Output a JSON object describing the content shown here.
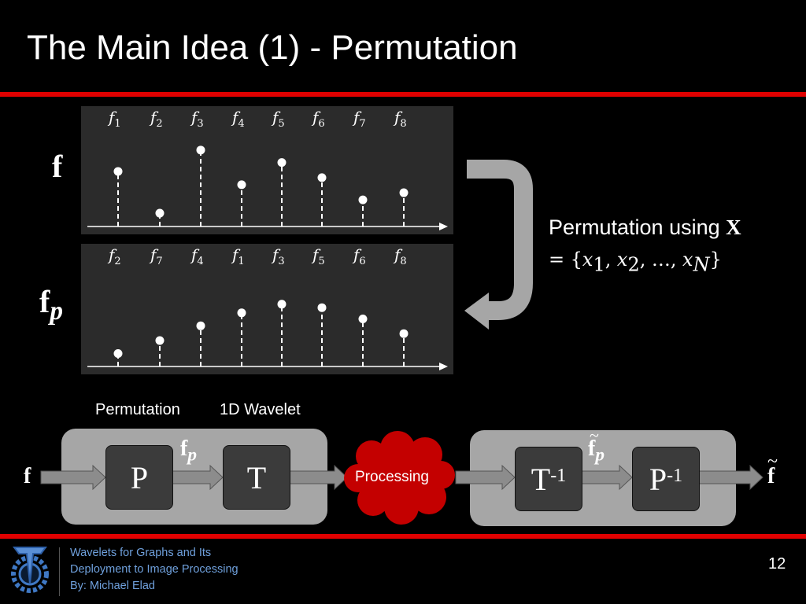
{
  "title": "The Main Idea (1) - Permutation",
  "colors": {
    "accent_red": "#e00000",
    "cloud_red": "#c40000",
    "footer_text": "#6fa0dc",
    "panel": "#2b2b2b",
    "gray_box": "#a6a6a6"
  },
  "top_signal": {
    "label": "f",
    "indices": [
      "1",
      "2",
      "3",
      "4",
      "5",
      "6",
      "7",
      "8"
    ],
    "values": [
      0.62,
      0.15,
      0.86,
      0.47,
      0.72,
      0.55,
      0.3,
      0.38
    ]
  },
  "bottom_signal": {
    "label": "f",
    "label_subscript": "p",
    "indices": [
      "2",
      "7",
      "4",
      "1",
      "3",
      "5",
      "6",
      "8"
    ],
    "values": [
      0.15,
      0.3,
      0.47,
      0.62,
      0.72,
      0.68,
      0.55,
      0.38
    ]
  },
  "permutation_text": {
    "prefix": "Permutation using",
    "symbol": "X",
    "eq_sign": "=",
    "open": "{",
    "x": "x",
    "s1": "1",
    "comma1": ",",
    "s2": "2",
    "comma2": ",",
    "dots": "…",
    "comma3": ",",
    "sN": "N",
    "close": "}"
  },
  "pipeline": {
    "label_permutation": "Permutation",
    "label_wavelet": "1D Wavelet",
    "input": "f",
    "p_box": "P",
    "fp": "f",
    "fp_sub": "p",
    "t_box": "T",
    "processing": "Processing",
    "tinv_box": "T",
    "tinv_sup": "-1",
    "fp_tilde": "f",
    "fp_tilde_sub": "p",
    "tilde": "~",
    "pinv_box": "P",
    "pinv_sup": "-1",
    "output": "f",
    "output_tilde": "~"
  },
  "footer": {
    "line1": "Wavelets for Graphs and Its",
    "line2": "Deployment to Image Processing",
    "line3": "By: Michael Elad",
    "slide_number": "12"
  }
}
